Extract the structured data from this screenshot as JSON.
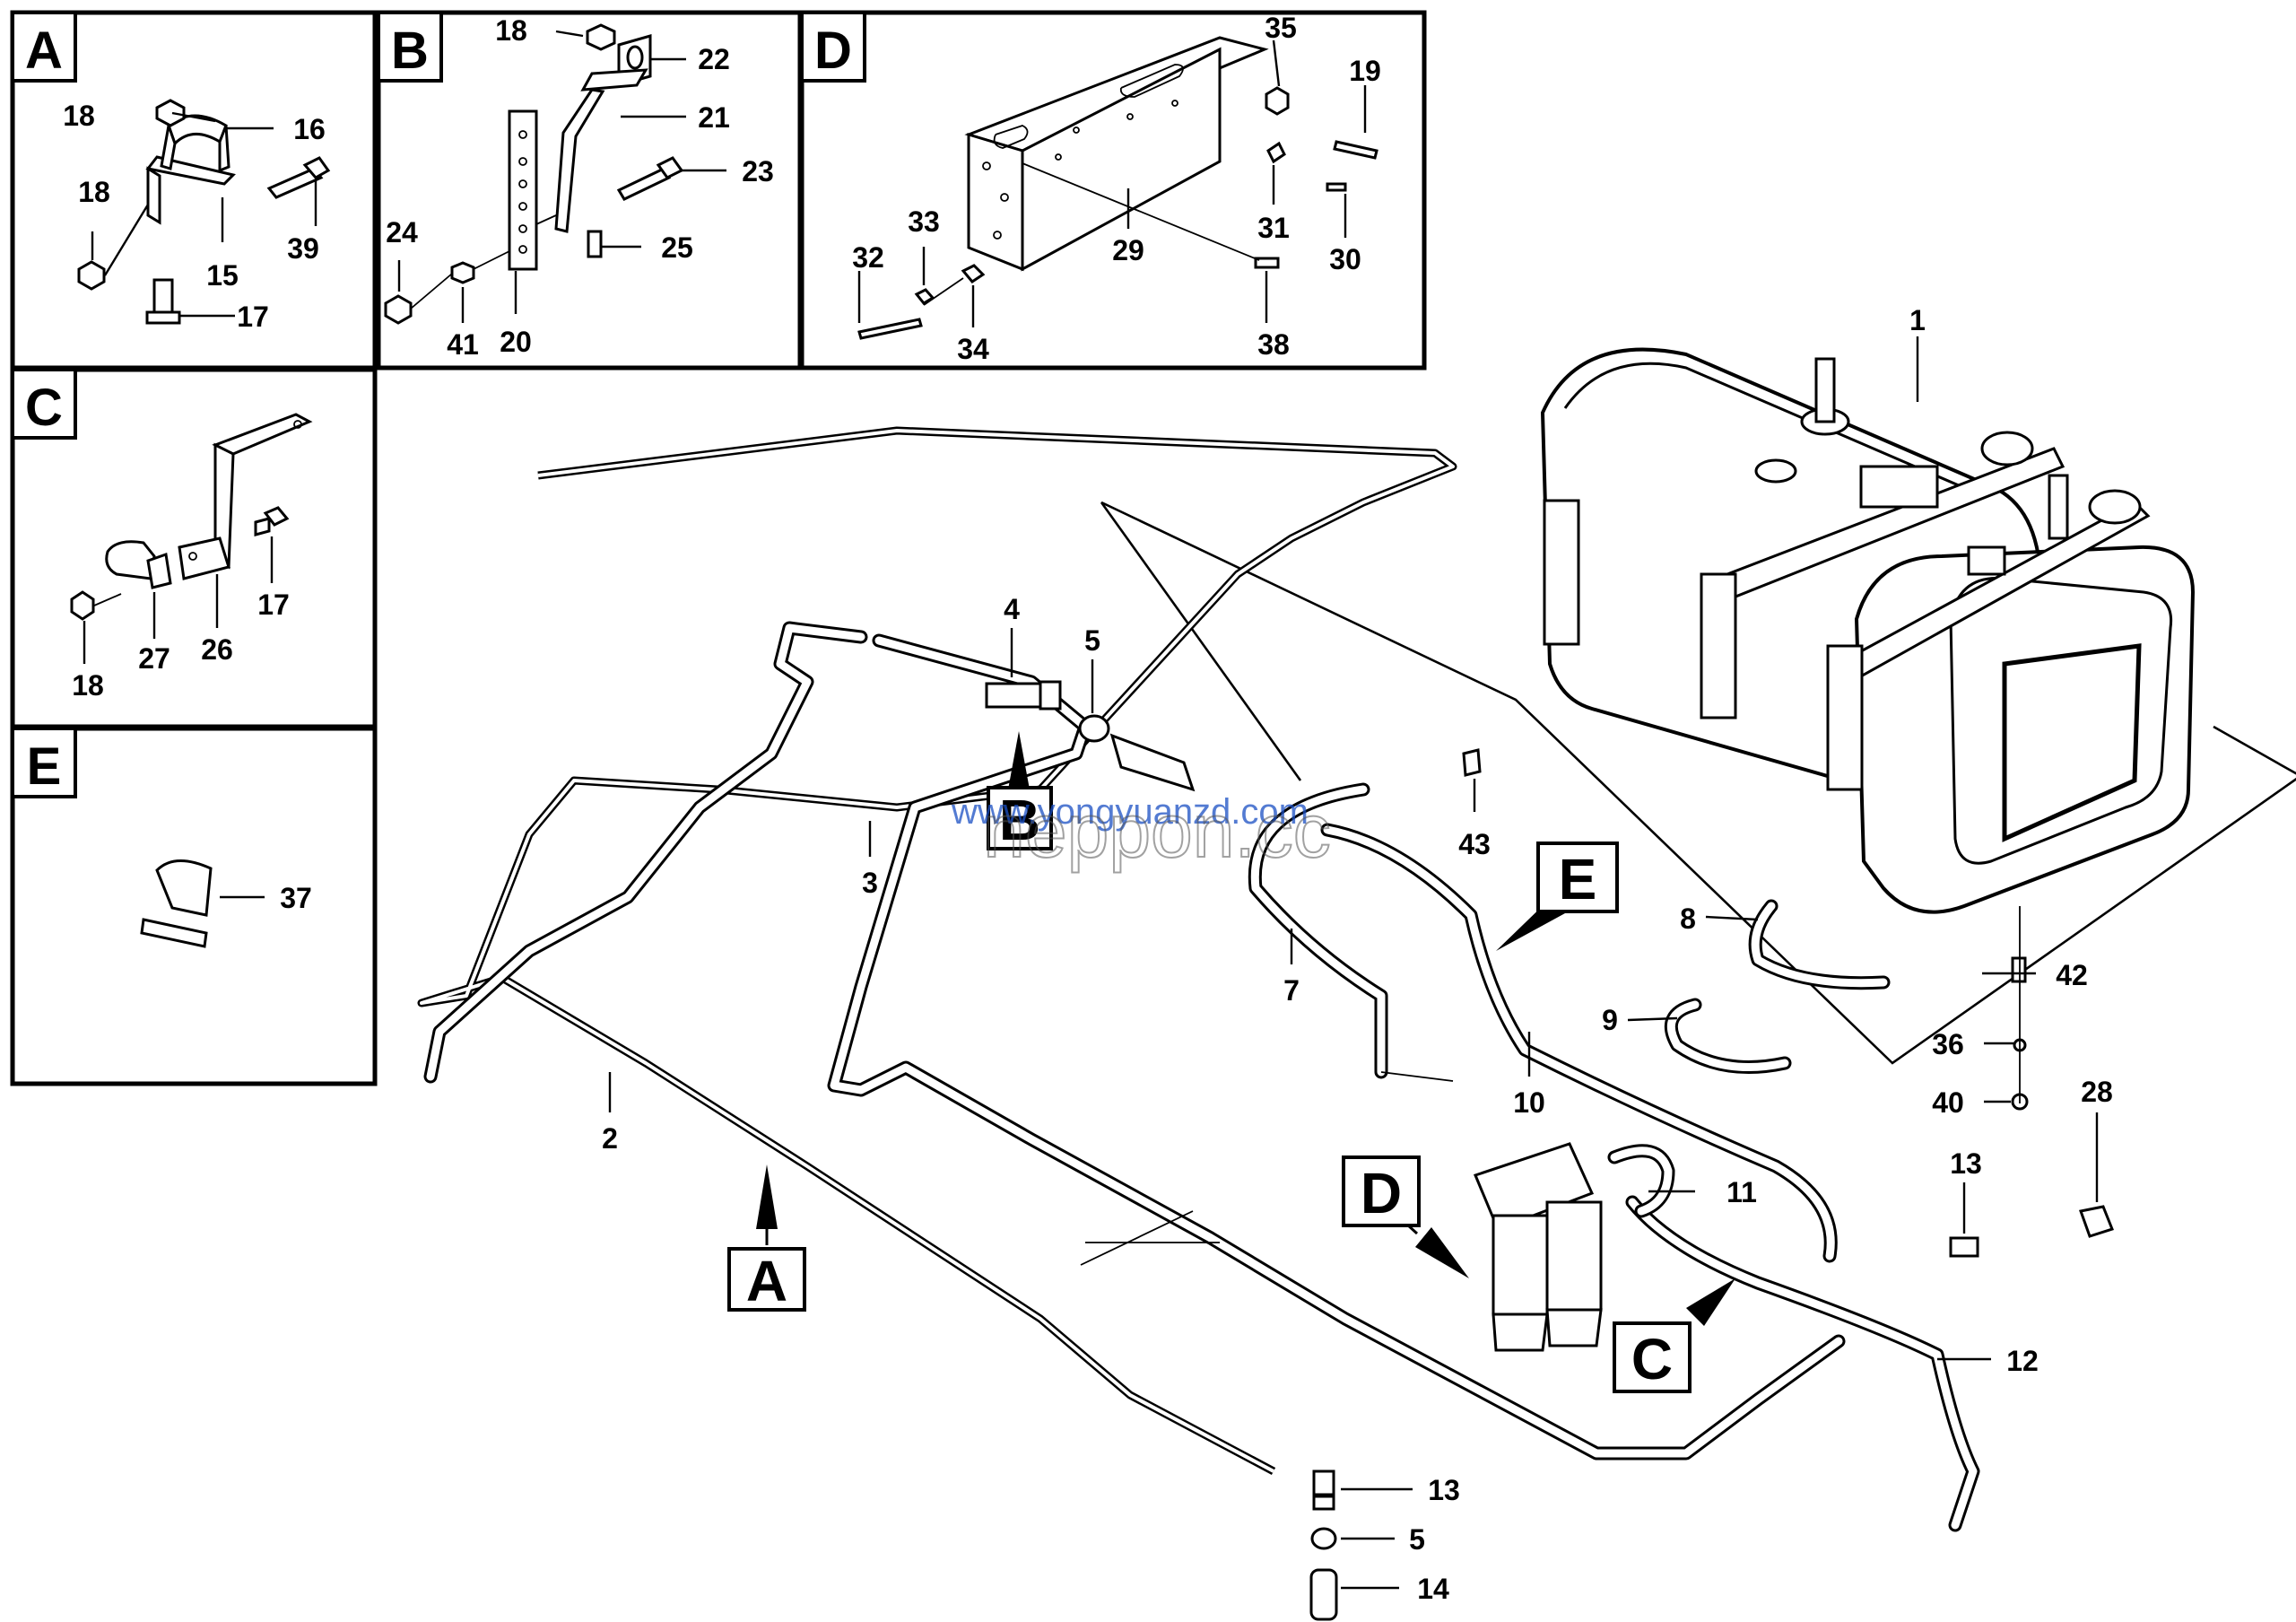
{
  "panels": [
    {
      "letter": "A"
    },
    {
      "letter": "B"
    },
    {
      "letter": "D"
    },
    {
      "letter": "C"
    },
    {
      "letter": "E"
    }
  ],
  "callouts": {
    "a": "A",
    "b": "B",
    "c": "C",
    "d": "D",
    "e": "E"
  },
  "labels": {
    "a18a": "18",
    "a16": "16",
    "a18b": "18",
    "a15": "15",
    "a39": "39",
    "a17": "17",
    "b18": "18",
    "b22": "22",
    "b21": "21",
    "b23": "23",
    "b24": "24",
    "b25": "25",
    "b41": "41",
    "b20": "20",
    "d35": "35",
    "d19": "19",
    "d29": "29",
    "d31": "31",
    "d30": "30",
    "d32": "32",
    "d33": "33",
    "d34": "34",
    "d38": "38",
    "c17": "17",
    "c18": "18",
    "c27": "27",
    "c26": "26",
    "e37": "37",
    "m1": "1",
    "m4": "4",
    "m5a": "5",
    "m3": "3",
    "m2": "2",
    "m43": "43",
    "m7": "7",
    "m8": "8",
    "m9": "9",
    "m10": "10",
    "m11": "11",
    "m42": "42",
    "m36": "36",
    "m40": "40",
    "m28": "28",
    "m13a": "13",
    "m12": "12",
    "m13b": "13",
    "m5b": "5",
    "m14": "14"
  },
  "watermark": {
    "url": "www.yongyuanzd.com",
    "overlay": "neppon.cc"
  }
}
